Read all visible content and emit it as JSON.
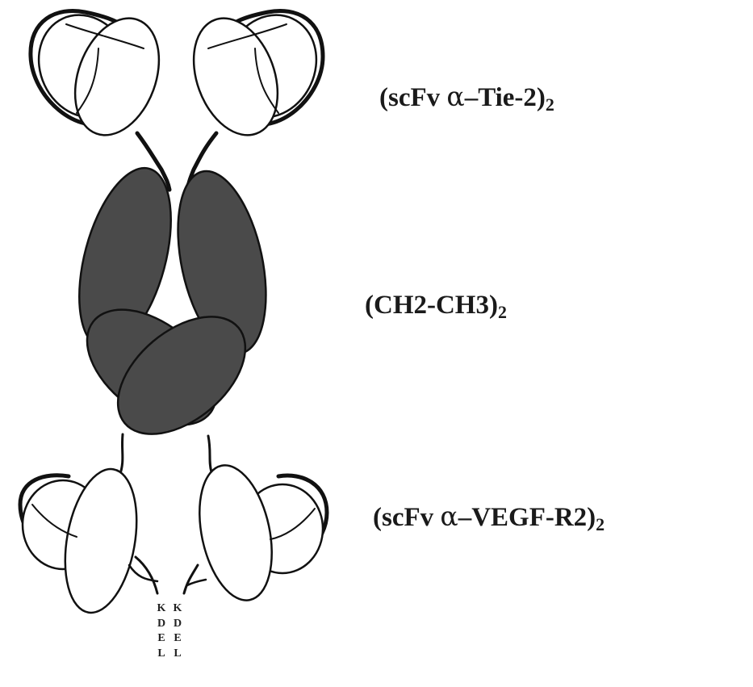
{
  "labels": {
    "tie2": {
      "prefix": "(scFv ",
      "greek": "α",
      "suffix": "–Tie-2)",
      "subscript": "2"
    },
    "ch": {
      "prefix": "(CH2-CH3)",
      "subscript": "2"
    },
    "vegf": {
      "prefix": "(scFv ",
      "greek": "α",
      "suffix": "–VEGF-R2)",
      "subscript": "2"
    }
  },
  "kdel": {
    "left": [
      "K",
      "D",
      "E",
      "L"
    ],
    "right": [
      "K",
      "D",
      "E",
      "L"
    ]
  },
  "colors": {
    "ch_domain_fill": "#4a4a4a",
    "outline": "#111111",
    "background": "#ffffff"
  }
}
